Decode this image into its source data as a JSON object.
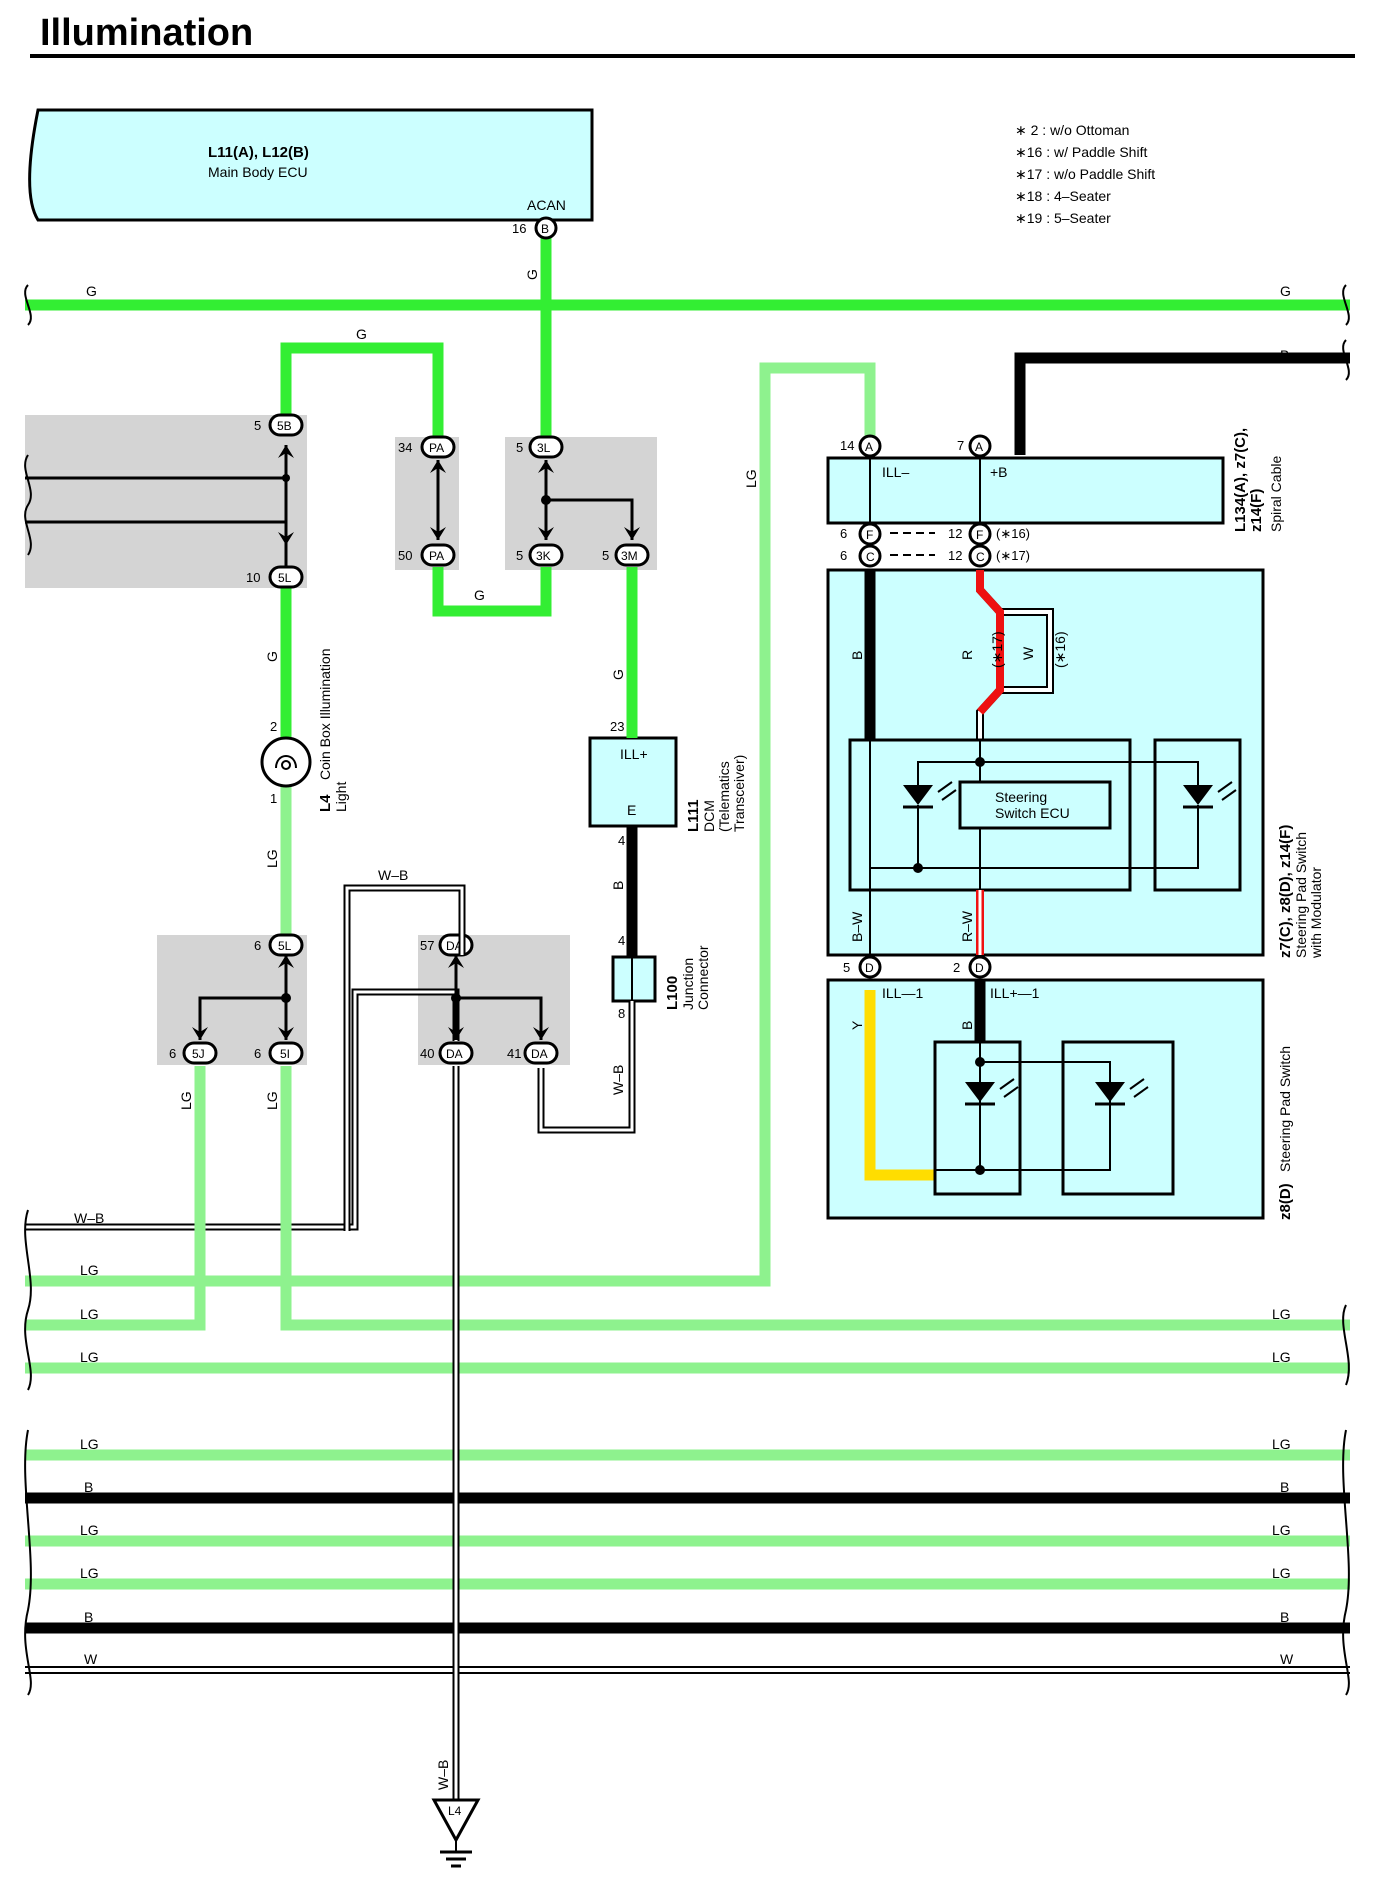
{
  "title": "Illumination",
  "colors": {
    "G": "#33ee33",
    "LG": "#8ef28e",
    "B": "#000000",
    "R": "#ee1111",
    "Y": "#ffdd00",
    "W": "#ffffff",
    "box_fill": "#ccffff",
    "group_fill": "#d4d4d4"
  },
  "notes": [
    "∗ 2 : w/o Ottoman",
    "∗16 : w/ Paddle Shift",
    "∗17 : w/o Paddle Shift",
    "∗18 : 4–Seater",
    "∗19 : 5–Seater"
  ],
  "ecu": {
    "id": "L11(A), L12(B)",
    "name": "Main Body ECU",
    "terminal": "ACAN",
    "pin": "16",
    "conn": "B"
  },
  "coin_box": {
    "id": "L4",
    "line1": "Coin Box Illumination",
    "line2": "Light",
    "pin_top": "2",
    "pin_bottom": "1"
  },
  "dcm": {
    "id": "L111",
    "line1": "DCM",
    "line2": "(Telematics",
    "line3": "Transceiver)",
    "term_top": "ILL+",
    "term_bottom": "E",
    "pin_top": "23",
    "pin_bottom": "4"
  },
  "junction": {
    "id": "L100",
    "line1": "Junction",
    "line2": "Connector",
    "pin_top": "4",
    "pin_bottom": "8"
  },
  "spiral": {
    "id": "L134(A), z7(C),",
    "id2": "z14(F)",
    "name": "Spiral Cable",
    "term_left": "ILL–",
    "term_right": "+B",
    "pin_left": "14",
    "conn_left": "A",
    "pin_right": "7",
    "conn_right": "A"
  },
  "spiral_bottom": [
    {
      "pin_l": "6",
      "conn_l": "F",
      "pin_r": "12",
      "conn_r": "F",
      "note": "(∗16)"
    },
    {
      "pin_l": "6",
      "conn_l": "C",
      "pin_r": "12",
      "conn_r": "C",
      "note": "(∗17)"
    }
  ],
  "modulator": {
    "id": "z7(C), z8(D), z14(F)",
    "line1": "Steering Pad Switch",
    "line2": "with Modulator",
    "ecu_line1": "Steering",
    "ecu_line2": "Switch ECU",
    "pin_l": "5",
    "conn_l": "D",
    "pin_r": "2",
    "conn_r": "D"
  },
  "pad_switch": {
    "id": "z8(D)",
    "name": "Steering Pad Switch",
    "term_left": "ILL—1",
    "term_right": "ILL+—1"
  },
  "connectors": {
    "c5B": {
      "pin": "5",
      "code": "5B"
    },
    "c5L_top": {
      "pin": "10",
      "code": "5L"
    },
    "cPA_top": {
      "pin": "34",
      "code": "PA"
    },
    "cPA_bot": {
      "pin": "50",
      "code": "PA"
    },
    "c3L": {
      "pin": "5",
      "code": "3L"
    },
    "c3K": {
      "pin": "5",
      "code": "3K"
    },
    "c3M": {
      "pin": "5",
      "code": "3M"
    },
    "c5L_mid": {
      "pin": "6",
      "code": "5L"
    },
    "c5J": {
      "pin": "6",
      "code": "5J"
    },
    "c5I": {
      "pin": "6",
      "code": "5I"
    },
    "cDA_top": {
      "pin": "57",
      "code": "DA"
    },
    "cDA_40": {
      "pin": "40",
      "code": "DA"
    },
    "cDA_41": {
      "pin": "41",
      "code": "DA"
    }
  },
  "wire_labels": {
    "G": "G",
    "LG": "LG",
    "B": "B",
    "W": "W",
    "WB": "W–B",
    "R": "R",
    "Y": "Y",
    "BW": "B–W",
    "RW": "R–W",
    "note16": "(∗16)",
    "note17": "(∗17)"
  },
  "ground": {
    "label": "L4"
  }
}
